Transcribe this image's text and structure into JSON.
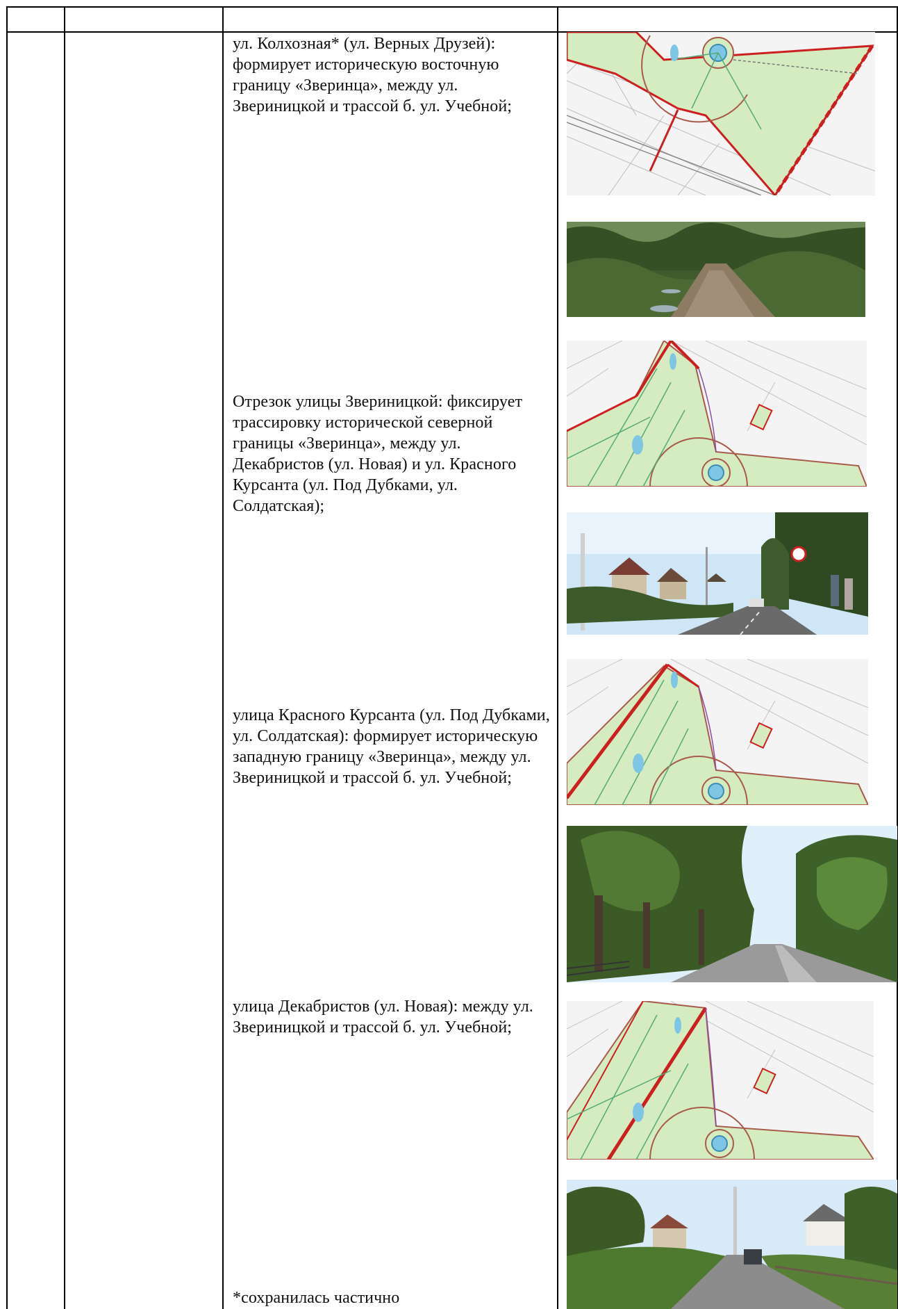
{
  "header_row": {
    "col1": "",
    "col2": "",
    "col3": "",
    "col4": ""
  },
  "entries": [
    {
      "text": "ул. Колхозная* (ул. Верных Друзей): формирует историческую восточную границу «Зверинца», между ул. Звериницкой и трассой б. ул. Учебной;"
    },
    {
      "text": "Отрезок улицы Звериницкой: фиксирует трассировку исторической северной границы «Зверинца», между ул. Декабристов (ул. Новая) и ул. Красного Курсанта (ул. Под Дубками, ул. Солдатская);"
    },
    {
      "text": "улица Красного Курсанта (ул. Под Дубками, ул. Солдатская): формирует историческую западную границу «Зверинца», между ул. Звериницкой и трассой б. ул. Учебной;"
    },
    {
      "text": "улица Декабристов (ул. Новая):  между ул. Звериницкой и трассой б. ул. Учебной;"
    }
  ],
  "footnote": "*сохранилась частично",
  "images": [
    {
      "kind": "map-icon",
      "subject": "plan of Zverinets, east boundary highlighted"
    },
    {
      "kind": "photo-icon",
      "subject": "dirt road between trees"
    },
    {
      "kind": "map-icon",
      "subject": "plan of Zverinets, north boundary highlighted"
    },
    {
      "kind": "photo-icon",
      "subject": "street with houses and pedestrians"
    },
    {
      "kind": "map-icon",
      "subject": "plan of Zverinets, west boundary highlighted"
    },
    {
      "kind": "photo-icon",
      "subject": "tree-lined street"
    },
    {
      "kind": "map-icon",
      "subject": "plan of Zverinets, Dekabristov street highlighted"
    },
    {
      "kind": "photo-icon",
      "subject": "narrow road with houses"
    }
  ],
  "colors": {
    "map_fill": "#d4ecbf",
    "map_line": "#cc1f1f",
    "water": "#7fc6e4"
  }
}
